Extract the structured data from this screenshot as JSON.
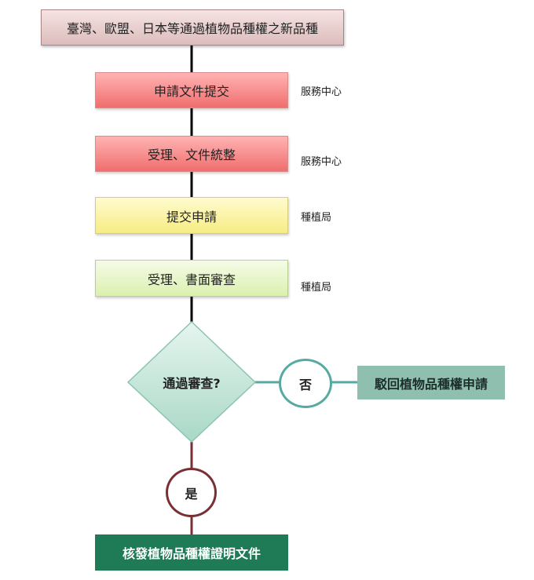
{
  "flow": {
    "start": "臺灣、歐盟、日本等通過植物品種權之新品種",
    "steps": [
      {
        "label": "申請文件提交",
        "side": "服務中心"
      },
      {
        "label": "受理、文件統整",
        "side": "服務中心"
      },
      {
        "label": "提交申請",
        "side": "種植局"
      },
      {
        "label": "受理、書面審查",
        "side": "種植局"
      }
    ],
    "decision": "通過審查?",
    "no_label": "否",
    "reject": "駁回植物品種權申請",
    "yes_label": "是",
    "issue": "核發植物品種權證明文件"
  },
  "colors": {
    "connector_main": "#000000",
    "connector_no": "#56aaa0",
    "connector_yes": "#7a2f34",
    "decision_fill_top": "#e6f5ef",
    "decision_fill_bottom": "#a9d8c6",
    "reject_fill": "#8fbfaf",
    "issue_fill": "#1f7a56"
  }
}
